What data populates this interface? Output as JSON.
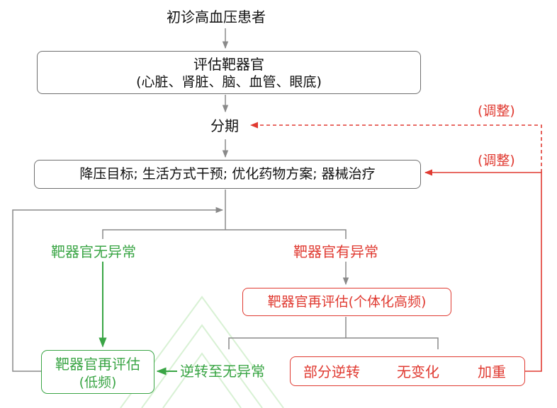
{
  "nodes": {
    "start": "初诊高血压患者",
    "assess_title": "评估靶器官",
    "assess_detail": "(心脏、肾脏、脑、血管、眼底)",
    "staging": "分期",
    "treatment": "降压目标; 生活方式干预; 优化药物方案; 器械治疗",
    "no_abnormal": "靶器官无异常",
    "abnormal": "靶器官有异常",
    "reassess_individual": "靶器官再评估(个体化高频)",
    "reassess_low_line1": "靶器官再评估",
    "reassess_low_line2": "(低频)",
    "reversed_normal": "逆转至无异常",
    "partial_reversal": "部分逆转",
    "no_change": "无变化",
    "worsen": "加重"
  },
  "labels": {
    "adjust_1": "(调整)",
    "adjust_2": "(调整)"
  },
  "colors": {
    "gray_line": "#8a8a8a",
    "green": "#3aa545",
    "red": "#e03a31",
    "watermark": "#cfeeca"
  }
}
